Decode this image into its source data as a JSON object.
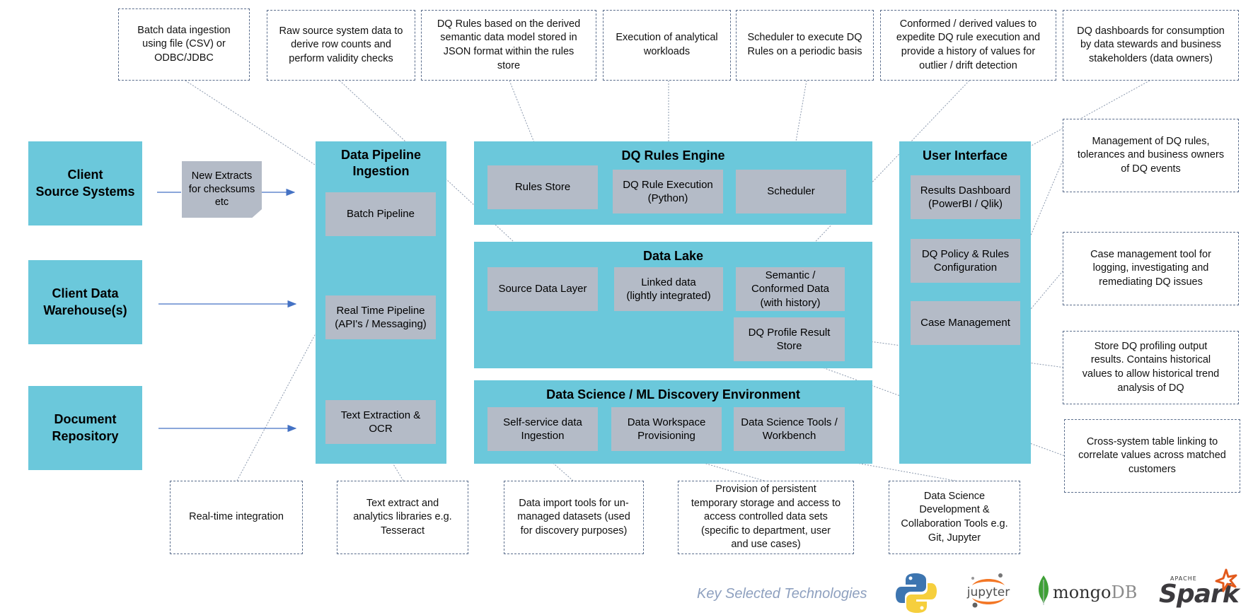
{
  "sources": [
    {
      "label": "Client\nSource Systems"
    },
    {
      "label": "Client Data\nWarehouse(s)"
    },
    {
      "label": "Document\nRepository"
    }
  ],
  "extract_note": "New Extracts\nfor checksums\netc",
  "pipeline": {
    "title": "Data Pipeline\nIngestion",
    "items": [
      "Batch Pipeline",
      "Real Time Pipeline\n(API's / Messaging)",
      "Text Extraction &\nOCR"
    ]
  },
  "rules_engine": {
    "title": "DQ Rules Engine",
    "items": [
      "Rules Store",
      "DQ Rule Execution\n(Python)",
      "Scheduler"
    ]
  },
  "data_lake": {
    "title": "Data Lake",
    "items": [
      "Source Data Layer",
      "Linked data\n(lightly integrated)",
      "Semantic /\nConformed Data\n(with history)",
      "DQ Profile Result\nStore"
    ]
  },
  "data_science": {
    "title": "Data Science / ML Discovery Environment",
    "items": [
      "Self-service data\nIngestion",
      "Data Workspace\nProvisioning",
      "Data Science Tools /\nWorkbench"
    ]
  },
  "user_interface": {
    "title": "User Interface",
    "items": [
      "Results Dashboard\n(PowerBI / Qlik)",
      "DQ Policy & Rules\nConfiguration",
      "Case Management"
    ]
  },
  "notes": {
    "batch": "Batch data ingestion\nusing file (CSV) or\nODBC/JDBC",
    "raw_source": "Raw source system data to\nderive row counts and\nperform validity checks",
    "dq_rules_json": "DQ Rules based on the derived\nsemantic data model stored in\nJSON format within the rules\nstore",
    "analytical": "Execution of analytical\nworkloads",
    "scheduler": "Scheduler to execute DQ\nRules on a periodic basis",
    "conformed": "Conformed / derived values to\nexpedite DQ rule execution and\nprovide a history of values for\noutlier / drift detection",
    "dashboards": "DQ dashboards for consumption\nby data stewards and business\nstakeholders (data owners)",
    "management": "Management of DQ rules,\ntolerances and business owners\nof DQ events",
    "case_mgmt": "Case management tool for\nlogging, investigating and\nremediating DQ issues",
    "profile_store": "Store DQ profiling output\nresults. Contains historical\nvalues to allow historical trend\nanalysis of DQ",
    "cross_system": "Cross-system table linking to\ncorrelate values across matched\ncustomers",
    "realtime": "Real-time integration",
    "text_extract": "Text extract and\nanalytics libraries e.g.\nTesseract",
    "data_import": "Data import tools for un-\nmanaged datasets (used\nfor discovery purposes)",
    "provision": "Provision of persistent\ntemporary storage and access to\naccess controlled data sets\n(specific to department, user\nand use cases)",
    "ds_tools": "Data Science\nDevelopment &\nCollaboration Tools e.g.\nGit, Jupyter"
  },
  "key_technologies": {
    "label": "Key Selected Technologies",
    "logos": [
      {
        "icon": "python-logo-icon"
      },
      {
        "icon": "jupyter-logo-icon",
        "text": "jupyter"
      },
      {
        "icon": "mongodb-logo-icon",
        "text_a": "mongo",
        "text_b": "DB"
      },
      {
        "icon": "apache-spark-logo-icon",
        "text_small": "APACHE",
        "text": "Spark"
      }
    ]
  },
  "colors": {
    "panel": "#6bc8db",
    "component": "#b4bbc7",
    "note_border": "#5a6d8c",
    "arrow": "#4472c4",
    "key_text": "#8ea0bf"
  }
}
